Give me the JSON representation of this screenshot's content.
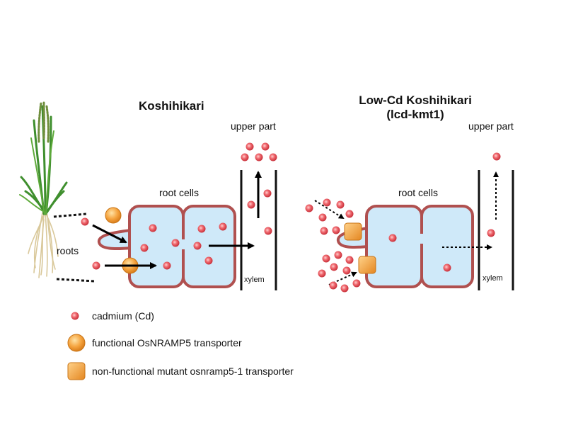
{
  "panels": {
    "left": {
      "title": "Koshihikari",
      "upper_label": "upper part",
      "cells_label": "root cells",
      "roots_label": "roots",
      "xylem_label": "xylem"
    },
    "right": {
      "title_line1": "Low-Cd Koshihikari",
      "title_line2": "(lcd-kmt1)",
      "upper_label": "upper part",
      "cells_label": "root cells",
      "xylem_label": "xylem"
    }
  },
  "legend": [
    {
      "icon": "cadmium-dot",
      "text": "cadmium (Cd)"
    },
    {
      "icon": "functional-transporter-circle",
      "text": "functional OsNRAMP5 transporter"
    },
    {
      "icon": "mutant-transporter-square",
      "text": "non-functional mutant osnramp5-1 transporter"
    }
  ],
  "colors": {
    "cell_fill": "#cfe9f9",
    "cell_stroke": "#b0504f",
    "cadmium_fill": "#e8505a",
    "transporter_fill": "#f2a03c",
    "arrow": "#000000"
  }
}
